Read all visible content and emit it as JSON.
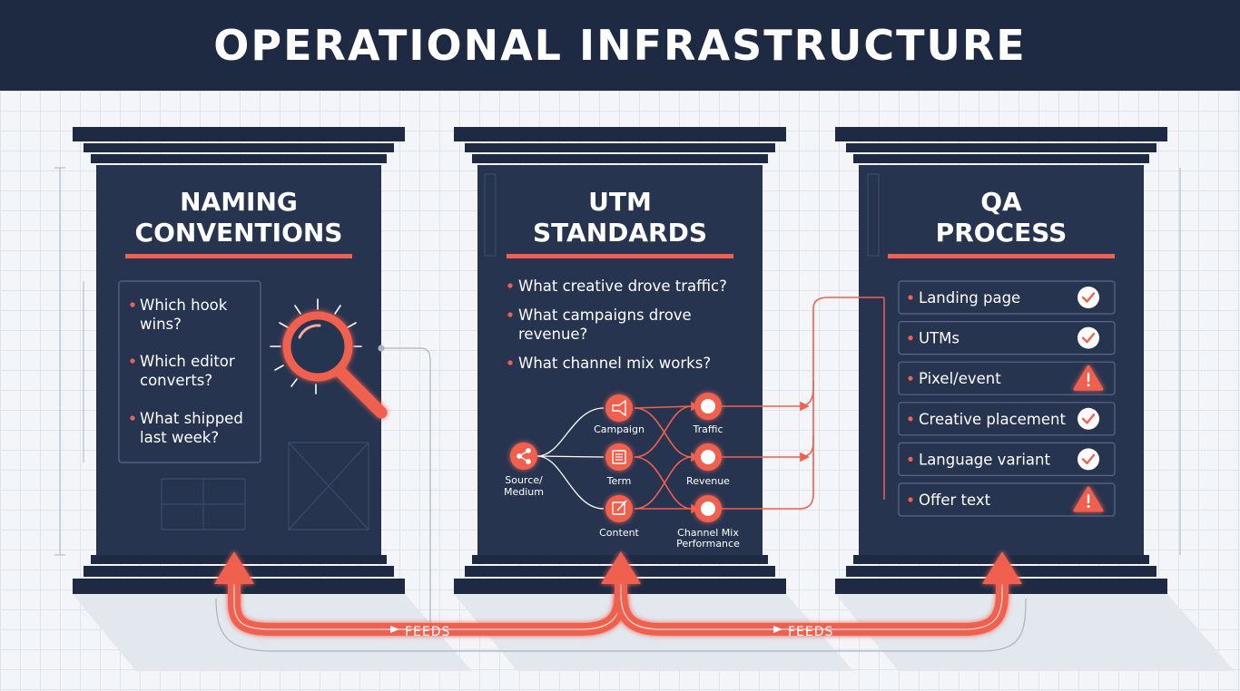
{
  "header": {
    "title": "OPERATIONAL INFRASTRUCTURE"
  },
  "pillars": [
    {
      "title_lines": [
        "NAMING",
        "CONVENTIONS"
      ],
      "bullets": [
        [
          "Which hook",
          "wins?"
        ],
        [
          "Which editor",
          "converts?"
        ],
        [
          "What shipped",
          "last week?"
        ]
      ]
    },
    {
      "title_lines": [
        "UTM",
        "STANDARDS"
      ],
      "bullets": [
        [
          "What creative drove traffic?"
        ],
        [
          "What campaigns drove",
          "revenue?"
        ],
        [
          "What channel mix works?"
        ]
      ],
      "flow": {
        "source": [
          "Source/",
          "Medium"
        ],
        "params": [
          "Campaign",
          "Term",
          "Content"
        ],
        "outcomes": [
          [
            "Traffic"
          ],
          [
            "Revenue"
          ],
          [
            "Channel Mix",
            "Performance"
          ]
        ]
      }
    },
    {
      "title_lines": [
        "QA",
        "PROCESS"
      ],
      "checklist": [
        {
          "label": "Landing page",
          "status": "check"
        },
        {
          "label": "UTMs",
          "status": "check"
        },
        {
          "label": "Pixel/event",
          "status": "warning"
        },
        {
          "label": "Creative placement",
          "status": "check"
        },
        {
          "label": "Language variant",
          "status": "check"
        },
        {
          "label": "Offer text",
          "status": "warning"
        }
      ]
    }
  ],
  "connectors": {
    "feeds_1": "FEEDS",
    "feeds_2": "FEEDS"
  },
  "colors": {
    "navy": "#1e2a42",
    "panel": "#263450",
    "accent": "#f0614f",
    "check": "#ffffff",
    "warning": "#f0614f"
  }
}
